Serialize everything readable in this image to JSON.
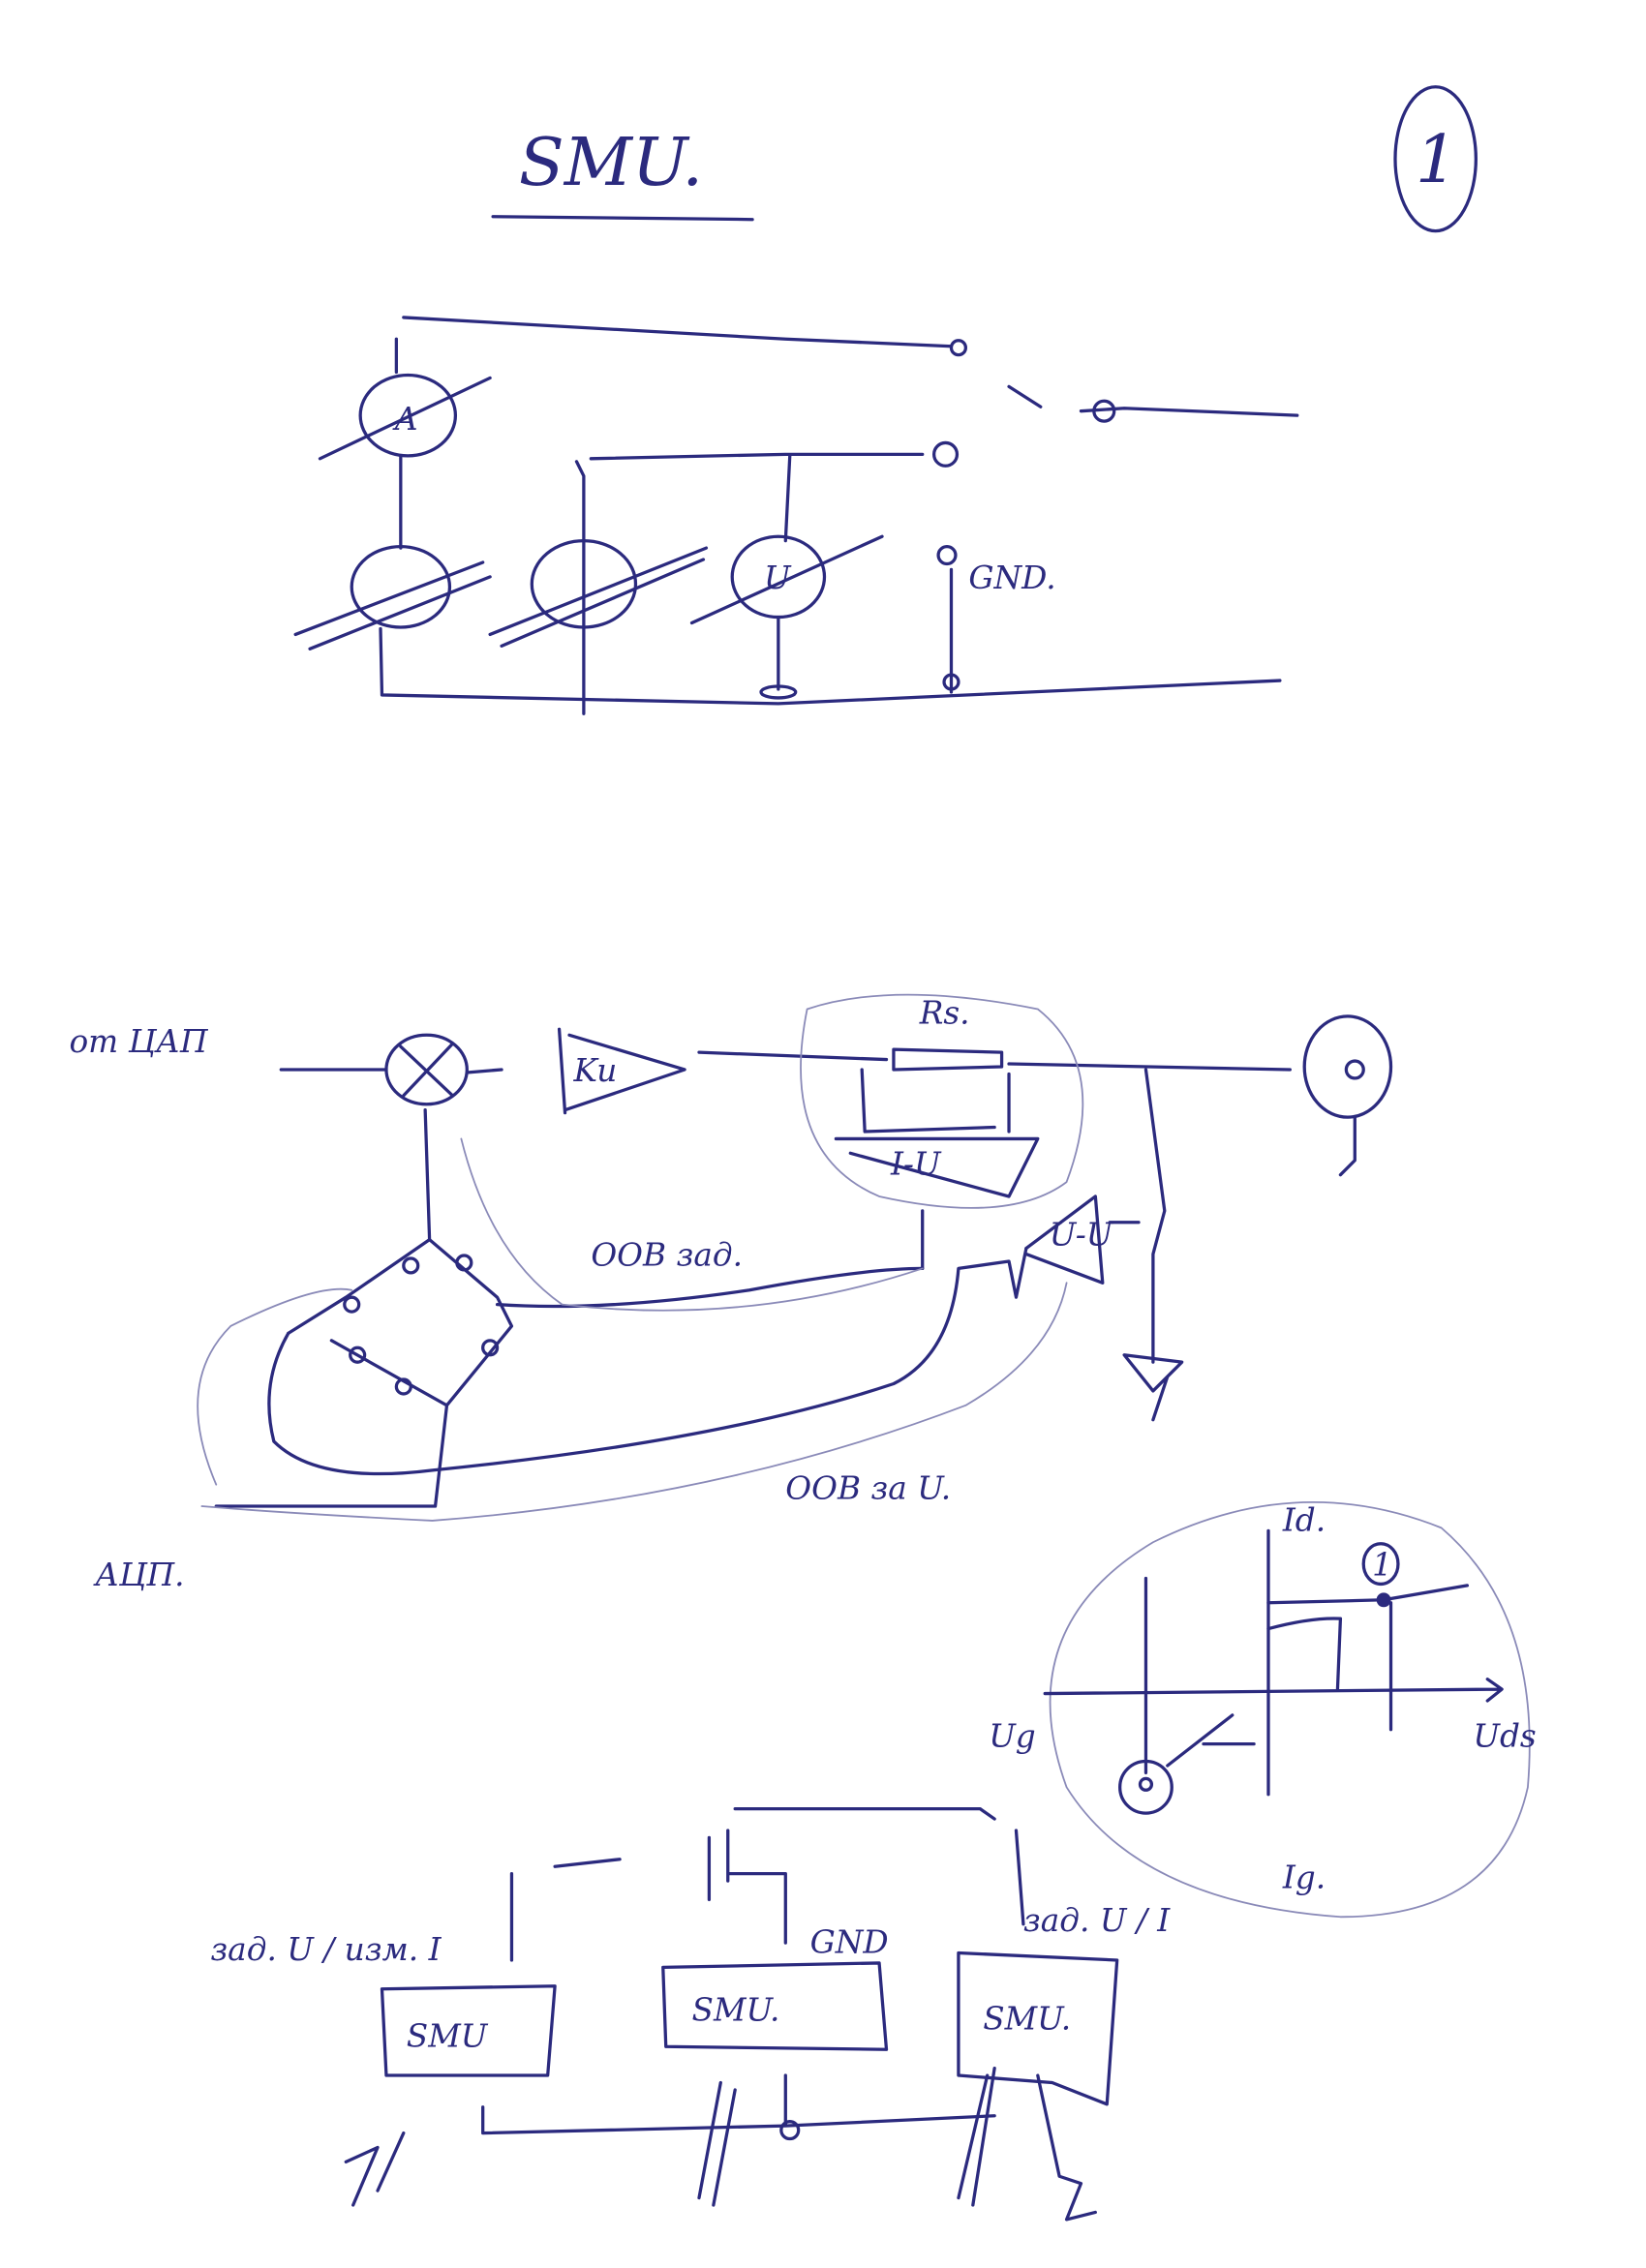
{
  "page": {
    "title": "SMU.",
    "page_number": "1"
  },
  "diagram_top": {
    "ammeter_label": "A",
    "voltmeter_label": "U",
    "ground_label": "GND."
  },
  "diagram_middle": {
    "input_label": "от ЦАП",
    "amplifier_label": "Ku",
    "shunt_label": "Rs.",
    "converter_iu_label": "I-U",
    "converter_uu_label": "U-U",
    "feedback_current_label": "ООВ зад.",
    "feedback_voltage_label": "ООВ за U.",
    "adc_label": "АЦП."
  },
  "graph": {
    "y_pos_label": "Id.",
    "x_pos_label": "Uds",
    "x_neg_label": "Ug",
    "y_neg_label": "Ig.",
    "marker_label": "1"
  },
  "diagram_bottom": {
    "left_note": "зад. U / изм. I",
    "gnd_label": "GND",
    "right_note": "зад. U / I",
    "smu_labels": [
      "SMU",
      "SMU.",
      "SMU."
    ]
  }
}
